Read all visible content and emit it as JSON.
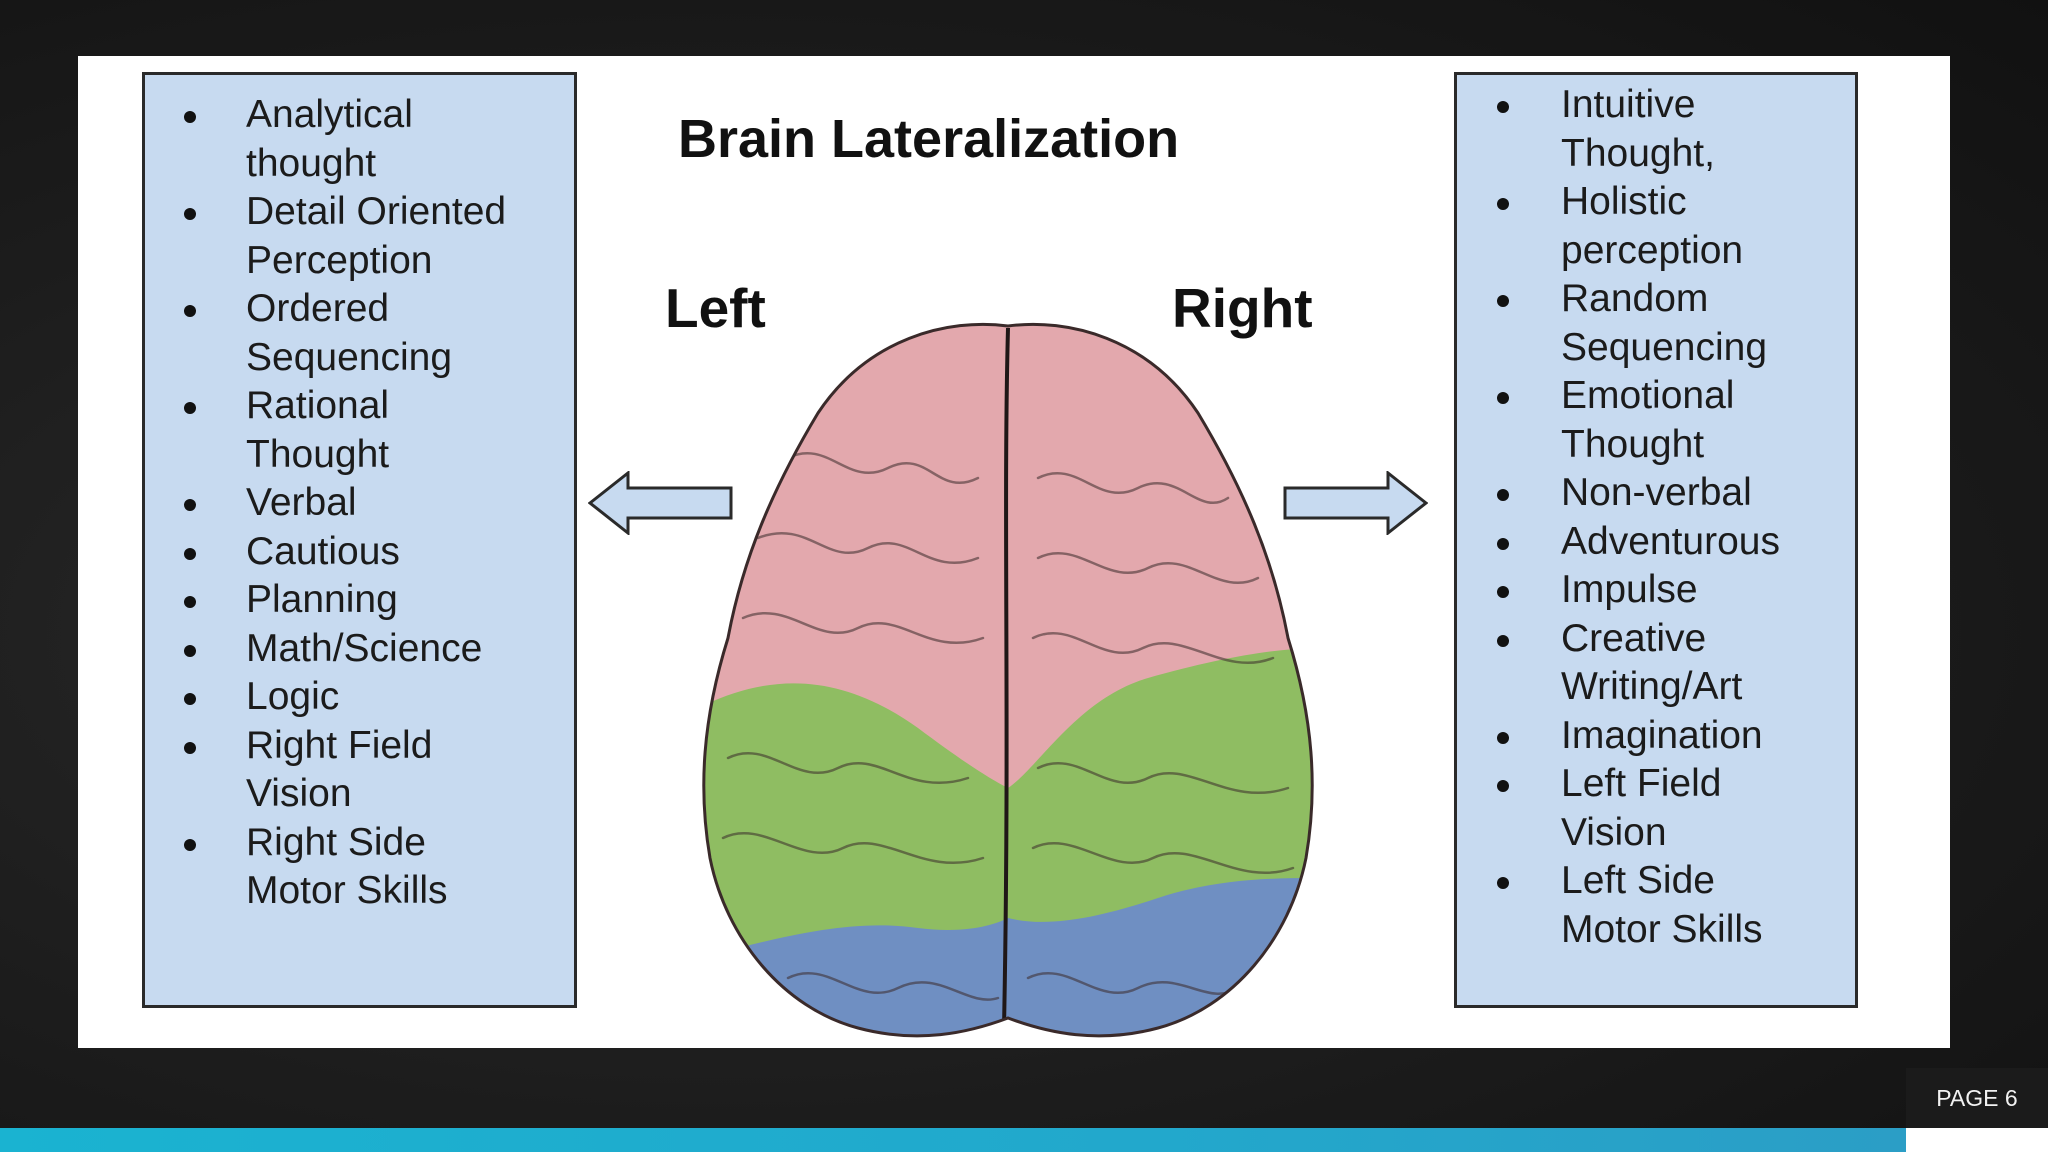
{
  "figure": {
    "title": "Brain Lateralization",
    "left_label": "Left",
    "right_label": "Right",
    "left_traits": [
      "Analytical thought",
      "Detail Oriented Perception",
      "Ordered Sequencing",
      "Rational Thought",
      "Verbal",
      "Cautious",
      "Planning",
      "Math/Science",
      "Logic",
      "Right Field Vision",
      "Right Side Motor Skills"
    ],
    "right_traits": [
      "Intuitive Thought,",
      "Holistic perception",
      "Random Sequencing",
      "Emotional Thought",
      "Non-verbal",
      "Adventurous",
      "Impulse",
      "Creative Writing/Art",
      "Imagination",
      "Left Field Vision",
      "Left Side Motor Skills"
    ],
    "colors": {
      "panel_fill": "#c7daf0",
      "frontal_region": "#e3a8ad",
      "parietal_region": "#8fbd62",
      "occipital_region": "#6f8fc2"
    }
  },
  "footer": {
    "page_label": "PAGE 6",
    "accent_color": "#1ab3d1"
  }
}
